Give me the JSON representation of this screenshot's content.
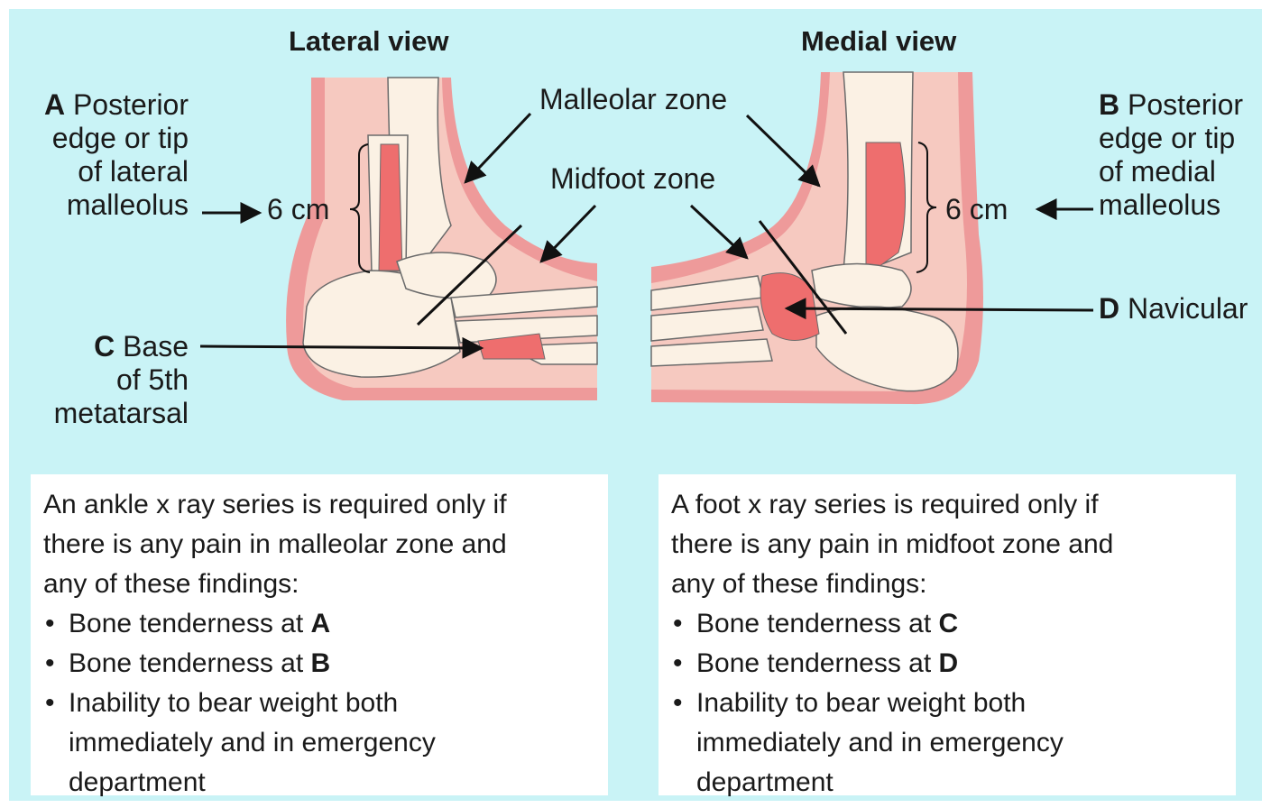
{
  "views": {
    "lateral_title": "Lateral view",
    "medial_title": "Medial view"
  },
  "zones": {
    "malleolar": "Malleolar zone",
    "midfoot": "Midfoot zone"
  },
  "measurements": {
    "left": "6 cm",
    "right": "6 cm"
  },
  "points": {
    "A": {
      "letter": "A",
      "text": "Posterior",
      "lines": [
        "edge or tip",
        "of lateral",
        "malleolus"
      ]
    },
    "B": {
      "letter": "B",
      "text": "Posterior",
      "lines": [
        "edge or tip",
        "of medial",
        "malleolus"
      ]
    },
    "C": {
      "letter": "C",
      "text": "Base",
      "lines": [
        "of 5th",
        "metatarsal"
      ]
    },
    "D": {
      "letter": "D",
      "text": "Navicular"
    }
  },
  "boxes": {
    "ankle": {
      "intro": "An ankle x ray series is required only if\nthere is any pain in malleolar zone and\nany of these findings:",
      "item1": "Bone tenderness at ",
      "item1_key": "A",
      "item2": "Bone tenderness at ",
      "item2_key": "B",
      "item3": "Inability to bear weight both immediately and in emergency department"
    },
    "foot": {
      "intro": "A foot x ray series is required only if\nthere is any pain in midfoot zone and\nany of these findings:",
      "item1": "Bone tenderness at ",
      "item1_key": "C",
      "item2": "Bone tenderness at ",
      "item2_key": "D",
      "item3": "Inability to bear weight both immediately and in emergency department"
    }
  },
  "colors": {
    "background": "#c9f3f6",
    "skin": "#f6c9c0",
    "skin_dark": "#ee9a9a",
    "bone": "#fbf1e4",
    "highlight": "#ee6e6e"
  }
}
